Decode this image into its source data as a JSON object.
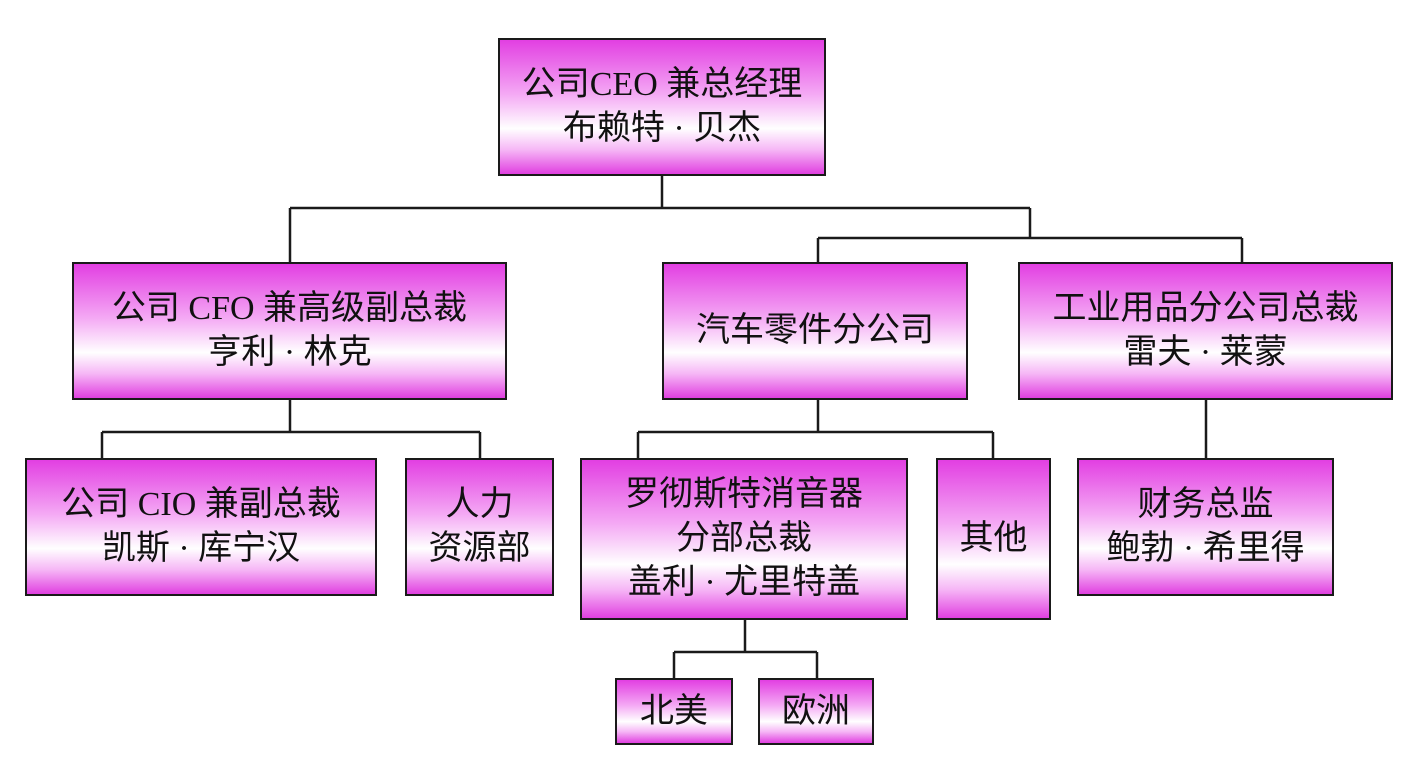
{
  "colors": {
    "box_fill_top": "#e23fe2",
    "box_fill_mid": "#ffffff",
    "line": "#1a1a1a"
  },
  "nodes": {
    "ceo": {
      "lines": [
        "公司CEO 兼总经理",
        "布赖特 · 贝杰"
      ]
    },
    "cfo": {
      "lines": [
        "公司 CFO 兼高级副总裁",
        "亨利 · 林克"
      ]
    },
    "auto": {
      "lines": [
        "汽车零件分公司"
      ]
    },
    "industrial": {
      "lines": [
        "工业用品分公司总裁",
        "雷夫 · 莱蒙"
      ]
    },
    "cio": {
      "lines": [
        "公司 CIO 兼副总裁",
        "凯斯 · 库宁汉"
      ]
    },
    "hr": {
      "lines": [
        "人力",
        "资源部"
      ]
    },
    "muffler": {
      "lines": [
        "罗彻斯特消音器",
        "分部总裁",
        "盖利 · 尤里特盖"
      ]
    },
    "other": {
      "lines": [
        "其他"
      ]
    },
    "finance": {
      "lines": [
        "财务总监",
        "鲍勃 · 希里得"
      ]
    },
    "north_america": {
      "lines": [
        "北美"
      ]
    },
    "europe": {
      "lines": [
        "欧洲"
      ]
    }
  }
}
